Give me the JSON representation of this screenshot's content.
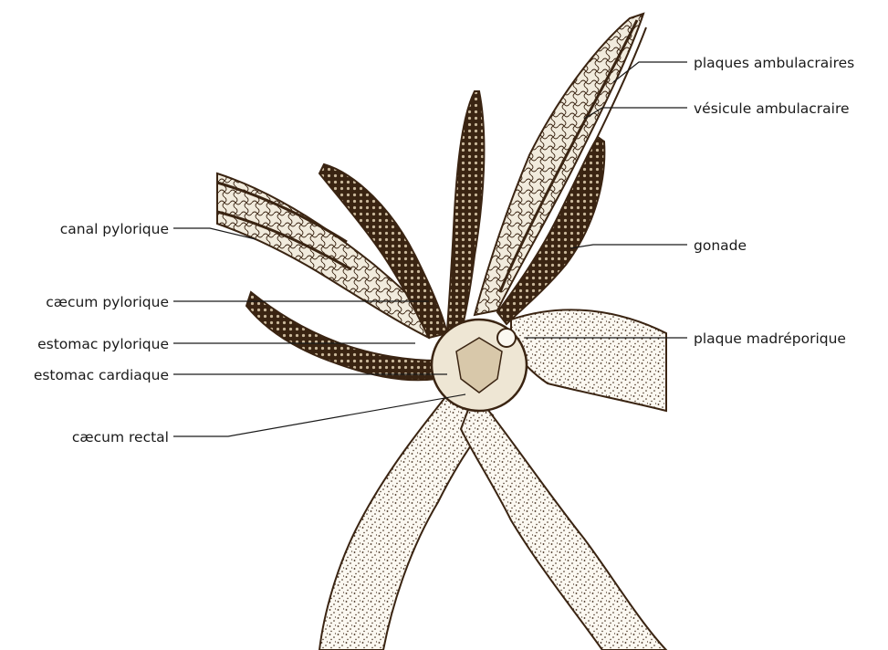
{
  "diagram": {
    "subject": "starfish-anatomy",
    "colors": {
      "ink": "#3a2412",
      "dark_arm": "#3a2412",
      "light_arm": "#f4efe4",
      "text": "#1a1a1a"
    },
    "labels": {
      "plaques_ambulacraires": "plaques ambulacraires",
      "vesicule_ambulacraire": "vésicule ambulacraire",
      "gonade": "gonade",
      "plaque_madreporique": "plaque madréporique",
      "canal_pylorique": "canal pylorique",
      "caecum_pylorique": "cæcum pylorique",
      "estomac_pylorique": "estomac pylorique",
      "estomac_cardiaque": "estomac cardiaque",
      "caecum_rectal": "cæcum rectal"
    }
  }
}
